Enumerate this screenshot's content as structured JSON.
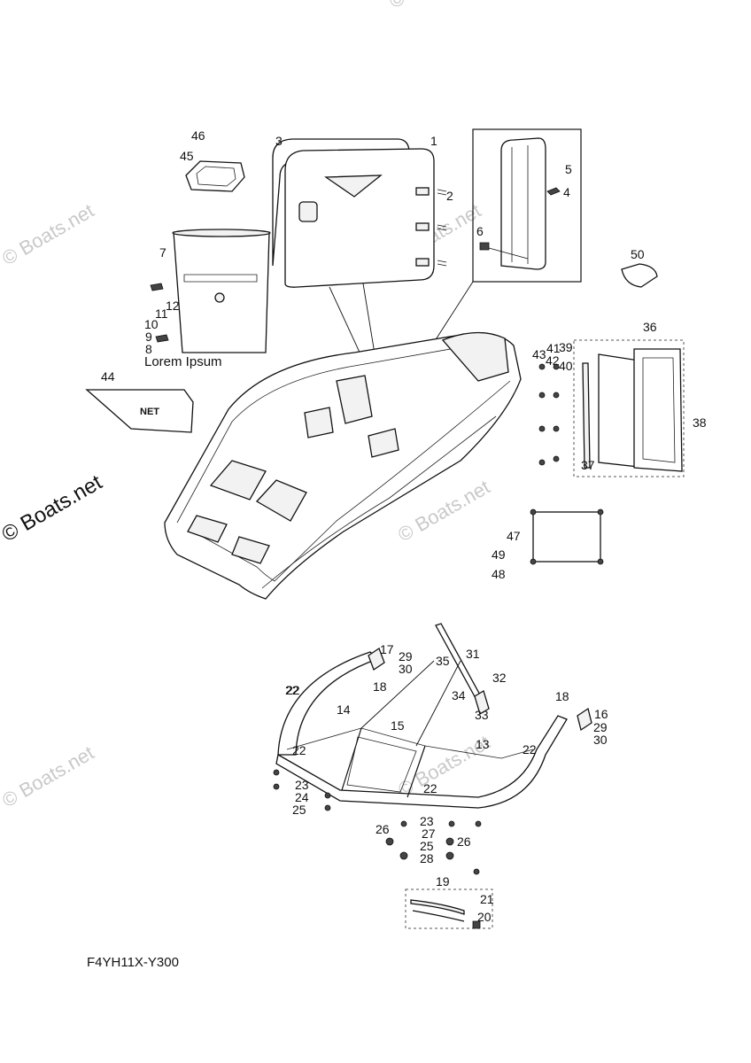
{
  "diagram": {
    "code": "F4YH11X-Y300",
    "caption": "Lorem Ipsum",
    "net_label": "NET",
    "watermarks": [
      "© Boats.net",
      "© Boats.net",
      "© Boats.net",
      "© Boats.net",
      "© Boats.net",
      "© Boats.net",
      "© Boats.net"
    ],
    "part_numbers": [
      "1",
      "2",
      "3",
      "4",
      "5",
      "6",
      "7",
      "8",
      "9",
      "10",
      "11",
      "12",
      "13",
      "14",
      "15",
      "16",
      "17",
      "18",
      "18",
      "19",
      "20",
      "21",
      "22",
      "22",
      "22",
      "22",
      "22",
      "23",
      "23",
      "24",
      "25",
      "25",
      "26",
      "26",
      "27",
      "28",
      "29",
      "29",
      "30",
      "30",
      "31",
      "32",
      "33",
      "34",
      "35",
      "36",
      "37",
      "38",
      "39",
      "40",
      "41",
      "42",
      "43",
      "44",
      "45",
      "46",
      "47",
      "48",
      "49",
      "50"
    ]
  }
}
